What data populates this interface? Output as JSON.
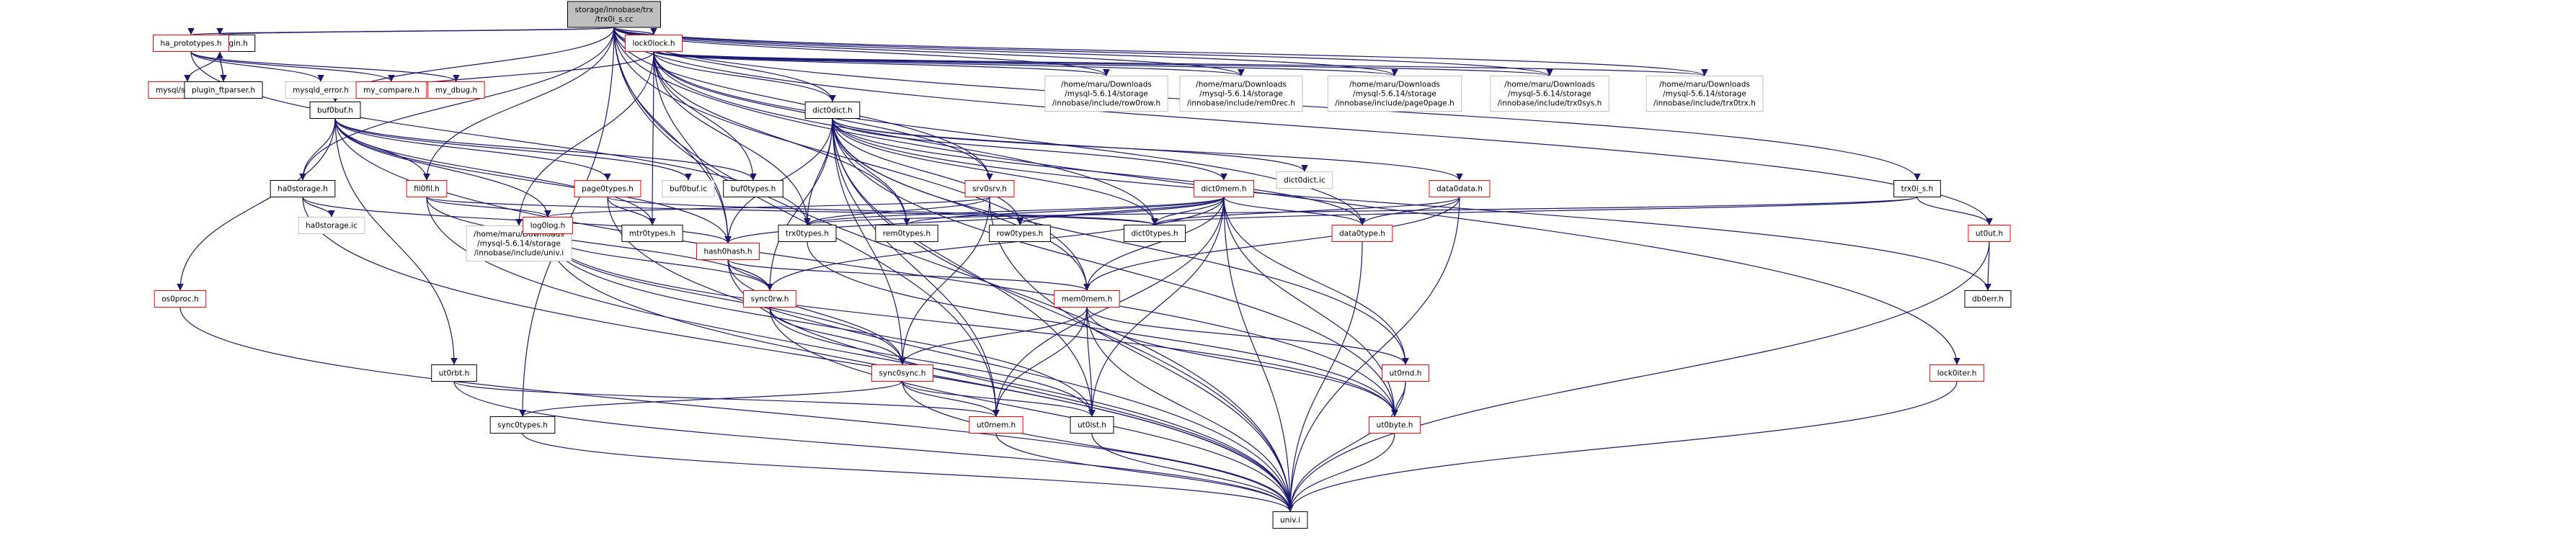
{
  "colors": {
    "edge": "#191970",
    "root_fill": "#bfbfbf",
    "root_border": "#000000",
    "linked_border": "#ff0000",
    "plain_border": "#000000",
    "external_border": "#bfbfbf",
    "external_text": "#444444"
  },
  "nodes": [
    {
      "id": "root",
      "lines": [
        "storage/innobase/trx",
        "/trx0i_s.cc"
      ],
      "style": "root"
    },
    {
      "id": "mysql_plugin",
      "lines": [
        "mysql/plugin.h"
      ],
      "style": "plain"
    },
    {
      "id": "ha_prototypes",
      "lines": [
        "ha_prototypes.h"
      ],
      "style": "linked"
    },
    {
      "id": "lock0lock",
      "lines": [
        "lock0lock.h"
      ],
      "style": "linked"
    },
    {
      "id": "mysql_services",
      "lines": [
        "mysql/services.h"
      ],
      "style": "linked"
    },
    {
      "id": "plugin_ftparser",
      "lines": [
        "plugin_ftparser.h"
      ],
      "style": "plain"
    },
    {
      "id": "mysqld_error",
      "lines": [
        "mysqld_error.h"
      ],
      "style": "external"
    },
    {
      "id": "my_compare",
      "lines": [
        "my_compare.h"
      ],
      "style": "linked"
    },
    {
      "id": "my_dbug",
      "lines": [
        "my_dbug.h"
      ],
      "style": "linked"
    },
    {
      "id": "buf0buf",
      "lines": [
        "buf0buf.h"
      ],
      "style": "plain"
    },
    {
      "id": "dict0dict",
      "lines": [
        "dict0dict.h"
      ],
      "style": "plain"
    },
    {
      "id": "inc_row0row",
      "lines": [
        "/home/maru/Downloads",
        "/mysql-5.6.14/storage",
        "/innobase/include/row0row.h"
      ],
      "style": "external"
    },
    {
      "id": "inc_rem0rec",
      "lines": [
        "/home/maru/Downloads",
        "/mysql-5.6.14/storage",
        "/innobase/include/rem0rec.h"
      ],
      "style": "external"
    },
    {
      "id": "inc_page0page",
      "lines": [
        "/home/maru/Downloads",
        "/mysql-5.6.14/storage",
        "/innobase/include/page0page.h"
      ],
      "style": "external"
    },
    {
      "id": "inc_trx0sys",
      "lines": [
        "/home/maru/Downloads",
        "/mysql-5.6.14/storage",
        "/innobase/include/trx0sys.h"
      ],
      "style": "external"
    },
    {
      "id": "inc_trx0trx",
      "lines": [
        "/home/maru/Downloads",
        "/mysql-5.6.14/storage",
        "/innobase/include/trx0trx.h"
      ],
      "style": "external"
    },
    {
      "id": "buf0types",
      "lines": [
        "buf0types.h"
      ],
      "style": "plain"
    },
    {
      "id": "buf0buf_ic",
      "lines": [
        "buf0buf.ic"
      ],
      "style": "external"
    },
    {
      "id": "ha0storage",
      "lines": [
        "ha0storage.h"
      ],
      "style": "plain"
    },
    {
      "id": "ha0storage_ic",
      "lines": [
        "ha0storage.ic"
      ],
      "style": "external"
    },
    {
      "id": "fil0fil",
      "lines": [
        "fil0fil.h"
      ],
      "style": "linked"
    },
    {
      "id": "page0types",
      "lines": [
        "page0types.h"
      ],
      "style": "linked"
    },
    {
      "id": "srv0srv",
      "lines": [
        "srv0srv.h"
      ],
      "style": "linked"
    },
    {
      "id": "dict0mem",
      "lines": [
        "dict0mem.h"
      ],
      "style": "linked"
    },
    {
      "id": "dict0dict_ic",
      "lines": [
        "dict0dict.ic"
      ],
      "style": "external"
    },
    {
      "id": "data0data",
      "lines": [
        "data0data.h"
      ],
      "style": "linked"
    },
    {
      "id": "trx0i_s",
      "lines": [
        "trx0i_s.h"
      ],
      "style": "plain"
    },
    {
      "id": "inc_univ",
      "lines": [
        "/home/maru/Downloads",
        "/mysql-5.6.14/storage",
        "/innobase/include/univ.i"
      ],
      "style": "external"
    },
    {
      "id": "log0log",
      "lines": [
        "log0log.h"
      ],
      "style": "linked"
    },
    {
      "id": "mtr0types",
      "lines": [
        "mtr0types.h"
      ],
      "style": "plain"
    },
    {
      "id": "hash0hash",
      "lines": [
        "hash0hash.h"
      ],
      "style": "linked"
    },
    {
      "id": "trx0types",
      "lines": [
        "trx0types.h"
      ],
      "style": "plain"
    },
    {
      "id": "rem0types",
      "lines": [
        "rem0types.h"
      ],
      "style": "plain"
    },
    {
      "id": "row0types",
      "lines": [
        "row0types.h"
      ],
      "style": "plain"
    },
    {
      "id": "dict0types",
      "lines": [
        "dict0types.h"
      ],
      "style": "plain"
    },
    {
      "id": "data0type",
      "lines": [
        "data0type.h"
      ],
      "style": "linked"
    },
    {
      "id": "ut0ut",
      "lines": [
        "ut0ut.h"
      ],
      "style": "linked"
    },
    {
      "id": "os0proc",
      "lines": [
        "os0proc.h"
      ],
      "style": "linked"
    },
    {
      "id": "sync0rw",
      "lines": [
        "sync0rw.h"
      ],
      "style": "linked"
    },
    {
      "id": "mem0mem",
      "lines": [
        "mem0mem.h"
      ],
      "style": "linked"
    },
    {
      "id": "db0err",
      "lines": [
        "db0err.h"
      ],
      "style": "plain"
    },
    {
      "id": "ut0rbt",
      "lines": [
        "ut0rbt.h"
      ],
      "style": "plain"
    },
    {
      "id": "sync0sync",
      "lines": [
        "sync0sync.h"
      ],
      "style": "linked"
    },
    {
      "id": "ut0rnd",
      "lines": [
        "ut0rnd.h"
      ],
      "style": "linked"
    },
    {
      "id": "lock0iter",
      "lines": [
        "lock0iter.h"
      ],
      "style": "linked"
    },
    {
      "id": "sync0types",
      "lines": [
        "sync0types.h"
      ],
      "style": "plain"
    },
    {
      "id": "ut0mem",
      "lines": [
        "ut0mem.h"
      ],
      "style": "linked"
    },
    {
      "id": "ut0lst",
      "lines": [
        "ut0lst.h"
      ],
      "style": "plain"
    },
    {
      "id": "ut0byte",
      "lines": [
        "ut0byte.h"
      ],
      "style": "linked"
    },
    {
      "id": "univ_i",
      "lines": [
        "univ.i"
      ],
      "style": "plain"
    }
  ],
  "edges": [
    [
      "root",
      "mysql_plugin"
    ],
    [
      "root",
      "ha_prototypes"
    ],
    [
      "root",
      "lock0lock"
    ],
    [
      "root",
      "buf0buf"
    ],
    [
      "root",
      "dict0dict"
    ],
    [
      "root",
      "inc_row0row"
    ],
    [
      "root",
      "inc_rem0rec"
    ],
    [
      "root",
      "inc_page0page"
    ],
    [
      "root",
      "inc_trx0sys"
    ],
    [
      "root",
      "inc_trx0trx"
    ],
    [
      "root",
      "ha0storage"
    ],
    [
      "root",
      "srv0srv"
    ],
    [
      "root",
      "hash0hash"
    ],
    [
      "root",
      "trx0i_s"
    ],
    [
      "root",
      "ut0ut"
    ],
    [
      "root",
      "lock0iter"
    ],
    [
      "root",
      "mem0mem"
    ],
    [
      "root",
      "sync0types"
    ],
    [
      "root",
      "ut0mem"
    ],
    [
      "root",
      "univ_i"
    ],
    [
      "root",
      "fil0fil"
    ],
    [
      "mysql_plugin",
      "mysql_services"
    ],
    [
      "mysql_plugin",
      "plugin_ftparser"
    ],
    [
      "plugin_ftparser",
      "mysql_plugin"
    ],
    [
      "ha_prototypes",
      "mysqld_error"
    ],
    [
      "ha_prototypes",
      "my_compare"
    ],
    [
      "ha_prototypes",
      "my_dbug"
    ],
    [
      "ha_prototypes",
      "trx0types"
    ],
    [
      "lock0lock",
      "buf0buf"
    ],
    [
      "lock0lock",
      "dict0dict"
    ],
    [
      "lock0lock",
      "inc_row0row"
    ],
    [
      "lock0lock",
      "inc_rem0rec"
    ],
    [
      "lock0lock",
      "inc_page0page"
    ],
    [
      "lock0lock",
      "inc_trx0sys"
    ],
    [
      "lock0lock",
      "inc_trx0trx"
    ],
    [
      "lock0lock",
      "buf0types"
    ],
    [
      "lock0lock",
      "mtr0types"
    ],
    [
      "lock0lock",
      "hash0hash"
    ],
    [
      "lock0lock",
      "trx0types"
    ],
    [
      "lock0lock",
      "rem0types"
    ],
    [
      "lock0lock",
      "srv0srv"
    ],
    [
      "lock0lock",
      "inc_univ"
    ],
    [
      "lock0lock",
      "dict0types"
    ],
    [
      "lock0lock",
      "data0type"
    ],
    [
      "buf0buf",
      "buf0types"
    ],
    [
      "buf0buf",
      "buf0buf_ic"
    ],
    [
      "buf0buf",
      "fil0fil"
    ],
    [
      "buf0buf",
      "page0types"
    ],
    [
      "buf0buf",
      "mtr0types"
    ],
    [
      "buf0buf",
      "log0log"
    ],
    [
      "buf0buf",
      "hash0hash"
    ],
    [
      "buf0buf",
      "os0proc"
    ],
    [
      "buf0buf",
      "ut0rbt"
    ],
    [
      "buf0buf",
      "ut0byte"
    ],
    [
      "buf0buf",
      "ha0storage"
    ],
    [
      "dict0dict",
      "dict0dict_ic"
    ],
    [
      "dict0dict",
      "dict0mem"
    ],
    [
      "dict0dict",
      "data0data"
    ],
    [
      "dict0dict",
      "dict0types"
    ],
    [
      "dict0dict",
      "rem0types"
    ],
    [
      "dict0dict",
      "row0types"
    ],
    [
      "dict0dict",
      "trx0types"
    ],
    [
      "dict0dict",
      "hash0hash"
    ],
    [
      "dict0dict",
      "sync0sync"
    ],
    [
      "dict0dict",
      "sync0rw"
    ],
    [
      "dict0dict",
      "mem0mem"
    ],
    [
      "dict0dict",
      "ut0mem"
    ],
    [
      "dict0dict",
      "ut0lst"
    ],
    [
      "dict0dict",
      "ut0rnd"
    ],
    [
      "dict0dict",
      "ut0byte"
    ],
    [
      "dict0dict",
      "univ_i"
    ],
    [
      "dict0dict",
      "data0type"
    ],
    [
      "dict0dict",
      "db0err"
    ],
    [
      "ha0storage",
      "ha0storage_ic"
    ],
    [
      "ha0storage",
      "univ_i"
    ],
    [
      "ha0storage",
      "hash0hash"
    ],
    [
      "fil0fil",
      "log0log"
    ],
    [
      "fil0fil",
      "dict0types"
    ],
    [
      "fil0fil",
      "univ_i"
    ],
    [
      "fil0fil",
      "sync0rw"
    ],
    [
      "page0types",
      "mtr0types"
    ],
    [
      "page0types",
      "univ_i"
    ],
    [
      "page0types",
      "dict0types"
    ],
    [
      "srv0srv",
      "log0log"
    ],
    [
      "srv0srv",
      "sync0sync"
    ],
    [
      "srv0srv",
      "trx0types"
    ],
    [
      "srv0srv",
      "univ_i"
    ],
    [
      "dict0mem",
      "dict0types"
    ],
    [
      "dict0mem",
      "data0type"
    ],
    [
      "dict0mem",
      "mem0mem"
    ],
    [
      "dict0mem",
      "rem0types"
    ],
    [
      "dict0mem",
      "row0types"
    ],
    [
      "dict0mem",
      "hash0hash"
    ],
    [
      "dict0mem",
      "trx0types"
    ],
    [
      "dict0mem",
      "sync0rw"
    ],
    [
      "dict0mem",
      "ut0mem"
    ],
    [
      "dict0mem",
      "ut0lst"
    ],
    [
      "dict0mem",
      "ut0rnd"
    ],
    [
      "dict0mem",
      "ut0byte"
    ],
    [
      "dict0mem",
      "univ_i"
    ],
    [
      "data0data",
      "data0type"
    ],
    [
      "data0data",
      "dict0types"
    ],
    [
      "data0data",
      "mem0mem"
    ],
    [
      "data0data",
      "univ_i"
    ],
    [
      "trx0i_s",
      "trx0types"
    ],
    [
      "trx0i_s",
      "dict0types"
    ],
    [
      "trx0i_s",
      "ut0ut"
    ],
    [
      "log0log",
      "sync0rw"
    ],
    [
      "log0log",
      "sync0sync"
    ],
    [
      "log0log",
      "ut0byte"
    ],
    [
      "log0log",
      "ut0lst"
    ],
    [
      "log0log",
      "univ_i"
    ],
    [
      "hash0hash",
      "mem0mem"
    ],
    [
      "hash0hash",
      "sync0sync"
    ],
    [
      "hash0hash",
      "sync0rw"
    ],
    [
      "hash0hash",
      "univ_i"
    ],
    [
      "trx0types",
      "ut0byte"
    ],
    [
      "data0type",
      "univ_i"
    ],
    [
      "ut0ut",
      "db0err"
    ],
    [
      "ut0ut",
      "univ_i"
    ],
    [
      "os0proc",
      "univ_i"
    ],
    [
      "sync0rw",
      "sync0sync"
    ],
    [
      "sync0rw",
      "ut0lst"
    ],
    [
      "sync0rw",
      "univ_i"
    ],
    [
      "mem0mem",
      "ut0mem"
    ],
    [
      "mem0mem",
      "ut0byte"
    ],
    [
      "mem0mem",
      "ut0rnd"
    ],
    [
      "mem0mem",
      "sync0sync"
    ],
    [
      "mem0mem",
      "ut0lst"
    ],
    [
      "mem0mem",
      "univ_i"
    ],
    [
      "ut0rbt",
      "ut0mem"
    ],
    [
      "ut0rbt",
      "univ_i"
    ],
    [
      "sync0sync",
      "sync0types"
    ],
    [
      "sync0sync",
      "ut0mem"
    ],
    [
      "sync0sync",
      "ut0lst"
    ],
    [
      "sync0sync",
      "univ_i"
    ],
    [
      "ut0rnd",
      "ut0byte"
    ],
    [
      "ut0rnd",
      "univ_i"
    ],
    [
      "lock0iter",
      "univ_i"
    ],
    [
      "sync0types",
      "univ_i"
    ],
    [
      "ut0mem",
      "univ_i"
    ],
    [
      "ut0lst",
      "univ_i"
    ],
    [
      "ut0byte",
      "univ_i"
    ]
  ]
}
